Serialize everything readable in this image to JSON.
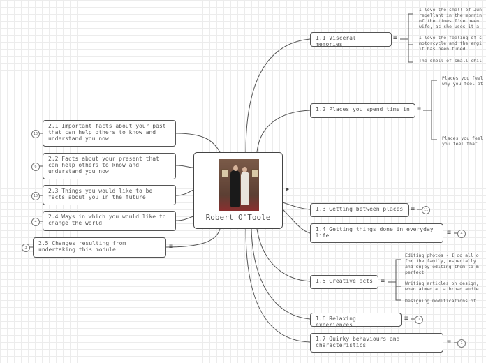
{
  "central": {
    "title": "Robert O'Toole"
  },
  "right": [
    {
      "label": "1.1 Visceral memories"
    },
    {
      "label": "1.2 Places you spend time in"
    },
    {
      "label": "1.3 Getting between places",
      "badge": "11"
    },
    {
      "label": "1.4 Getting things done in everyday life",
      "badge": "4"
    },
    {
      "label": "1.5 Creative acts"
    },
    {
      "label": "1.6 Relaxing experiences",
      "badge": "1"
    },
    {
      "label": "1.7 Quirky behaviours and characteristics",
      "badge": "1"
    }
  ],
  "left": [
    {
      "label": "2.1 Important facts about your past that can help others to know and understand you now",
      "badge": "13"
    },
    {
      "label": "2.2 Facts about your present that can help others to know and understand you now",
      "badge": "6"
    },
    {
      "label": "2.3 Things you would like to be facts about you in the future",
      "badge": "10"
    },
    {
      "label": "2.4 Ways in which you would like to change the world",
      "badge": "4"
    },
    {
      "label": "2.5 Changes resulting from undertaking this module",
      "badge": "3"
    }
  ],
  "notes": {
    "visceral_1": "I love the smell of Jun\nrepellant in the mornin\nof the times I've been\nwife, as she uses it a",
    "visceral_2": "I love the feeling of s\nmotorcycle and the engi\nit has been tuned.",
    "visceral_3": "The smell of small chil",
    "places_1": "Places you feel\nwhy you feel at",
    "places_2": "Places you feel\nyou feel that",
    "creative_1": "Editing photos - I do all o\nfor the family, especially\nand enjoy editing them to m\nperfect",
    "creative_2": "Writing articles on design,\nwhen aimed at a broad audie",
    "creative_3": "Designing modifications of"
  },
  "icons": {
    "notes": "notes-lines-icon",
    "collapse": "triangle-right-icon"
  }
}
